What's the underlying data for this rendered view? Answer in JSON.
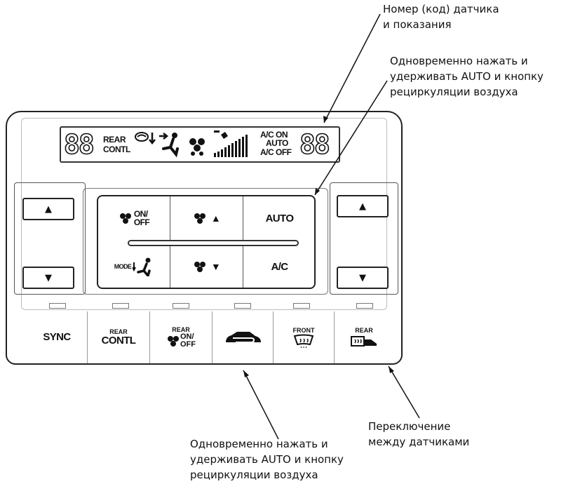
{
  "annotations": {
    "sensor_code": "Номер (код) датчика\nи показания",
    "press_hold_top": "Одновременно нажать и\nудерживать AUTO и кнопку\nрециркуляции воздуха",
    "press_hold_bottom": "Одновременно нажать и\nудерживать AUTO и кнопку\nрециркуляции воздуха",
    "switch_sensors": "Переключение\nмежду датчиками"
  },
  "display": {
    "left_digits": "88",
    "right_digits": "88",
    "rear": "REAR",
    "contl": "CONTL",
    "ac_on": "A/C ON",
    "auto": "AUTO",
    "ac_off": "A/C OFF"
  },
  "side_buttons": {
    "left_up": "▲",
    "left_down": "▼",
    "right_up": "▲",
    "right_down": "▼"
  },
  "grid_buttons": {
    "fan_on": "ON/",
    "fan_off": "OFF",
    "fan_up_arrow": "▲",
    "auto": "AUTO",
    "mode": "MODE",
    "fan_down_arrow": "▼",
    "ac": "A/C"
  },
  "bottom_buttons": {
    "sync": "SYNC",
    "rear_contl_top": "REAR",
    "rear_contl_bottom": "CONTL",
    "rear_fan_top": "REAR",
    "rear_fan_on": "ON/",
    "rear_fan_off": "OFF",
    "front_defrost": "FRONT",
    "rear_defrost": "REAR"
  },
  "icons": {
    "fan": "fan-icon",
    "recirculation": "recirculation-icon",
    "mode": "mode-icon",
    "front_defrost": "front-defrost-icon",
    "rear_defrost": "rear-defrost-icon"
  }
}
